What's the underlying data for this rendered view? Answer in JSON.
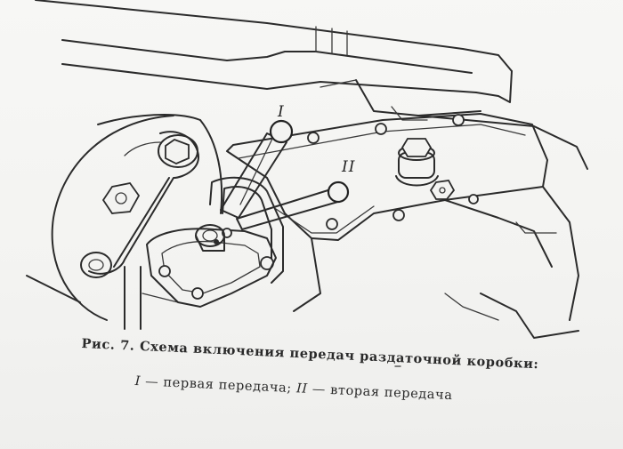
{
  "figure": {
    "gear_label_1": "I",
    "gear_label_2": "II"
  },
  "caption": {
    "line1": "Рис. 7. Схема включения передач раздаточной коробки:",
    "line2_numeral_1": "I",
    "line2_text_1": " — первая передача; ",
    "line2_numeral_2": "II",
    "line2_text_2": " — вторая передача"
  }
}
